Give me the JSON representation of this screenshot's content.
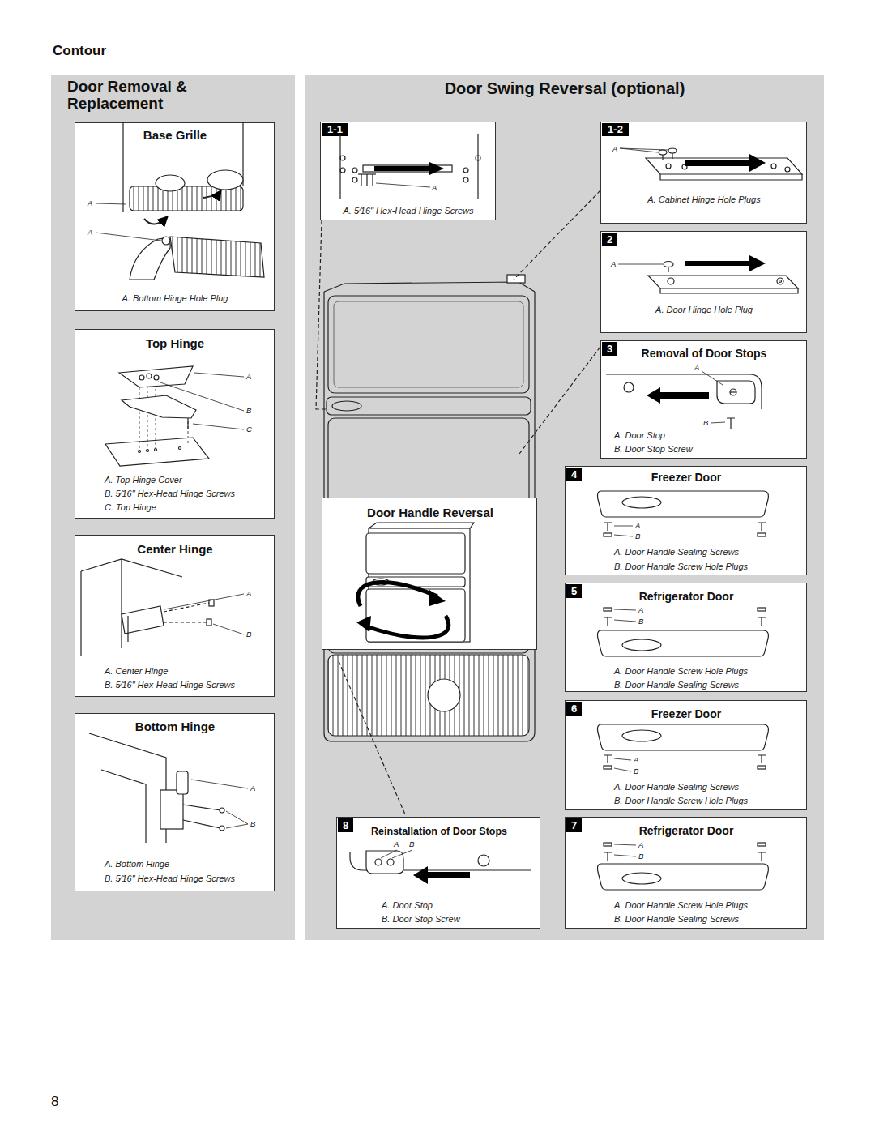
{
  "diagram": {
    "title": "Contour",
    "nodes": [
      {
        "text": [
          "Door Removal & Replacement"
        ]
      },
      {
        "text": [
          "Base Grille",
          "A. Bottom Hinge Hole Plug"
        ],
        "in": 0
      },
      {
        "text": [
          "Top Hinge",
          "A. Top Hinge Cover",
          "B. 5⁄16\" Hex-Head Hinge Screws",
          "C. Top Hinge"
        ],
        "in": 0
      },
      {
        "text": [
          "Center Hinge",
          "A. Center Hinge",
          "B. 5⁄16\" Hex-Head Hinge Screws"
        ],
        "in": 0
      },
      {
        "text": [
          "Bottom Hinge",
          "A. Bottom Hinge",
          "B. 5⁄16\" Hex-Head Hinge Screws"
        ],
        "in": 0
      },
      {
        "text": [
          "Door Swing Reversal (optional)"
        ]
      },
      {
        "text": [
          "A. 5⁄16\" Hex-Head Hinge Screws"
        ],
        "in": 5
      },
      {
        "text": [
          "1-1"
        ],
        "in": 6
      },
      {
        "text": [
          "A. Cabinet Hinge Hole Plugs"
        ],
        "in": 5
      },
      {
        "text": [
          "1-2"
        ],
        "in": 8
      },
      {
        "text": [
          "A. Door Hinge Hole Plug"
        ],
        "in": 5
      },
      {
        "text": [
          "2"
        ],
        "in": 10
      },
      {
        "text": [
          "Removal of Door Stops",
          "A. Door Stop",
          "B. Door Stop Screw"
        ],
        "in": 5
      },
      {
        "text": [
          "3"
        ],
        "in": 12
      },
      {
        "text": [
          "Freezer Door",
          "A. Door Handle Sealing Screws",
          "B. Door Handle Screw Hole Plugs"
        ],
        "in": 5
      },
      {
        "text": [
          "4"
        ],
        "in": 14
      },
      {
        "text": [
          "Door Handle Reversal"
        ],
        "in": 5
      },
      {
        "text": [
          "Refrigerator Door",
          "A. Door Handle Screw Hole Plugs",
          "B. Door Handle Sealing Screws"
        ],
        "in": 5
      },
      {
        "text": [
          "5"
        ],
        "in": 17
      },
      {
        "text": [
          "Freezer Door",
          "A. Door Handle Sealing Screws",
          "B. Door Handle Screw Hole Plugs"
        ],
        "in": 5
      },
      {
        "text": [
          "6"
        ],
        "in": 19
      },
      {
        "text": [
          "Reinstallation of Door Stops",
          "A. Door Stop",
          "B. Door Stop Screw"
        ],
        "in": 5
      },
      {
        "text": [
          "8"
        ],
        "in": 21
      },
      {
        "text": [
          "Refrigerator Door",
          "A. Door Handle Screw Hole Plugs",
          "B. Door Handle Sealing Screws"
        ],
        "in": 5
      },
      {
        "text": [
          "7"
        ],
        "in": 23
      }
    ],
    "labels": [
      "A",
      "A",
      "A",
      "B",
      "C",
      "A",
      "B",
      "A",
      "B",
      "A",
      "A",
      "A",
      "A",
      "B",
      "A",
      "B",
      "A",
      "B",
      "A",
      "B",
      "A",
      "B",
      "A",
      "B",
      "8"
    ]
  }
}
